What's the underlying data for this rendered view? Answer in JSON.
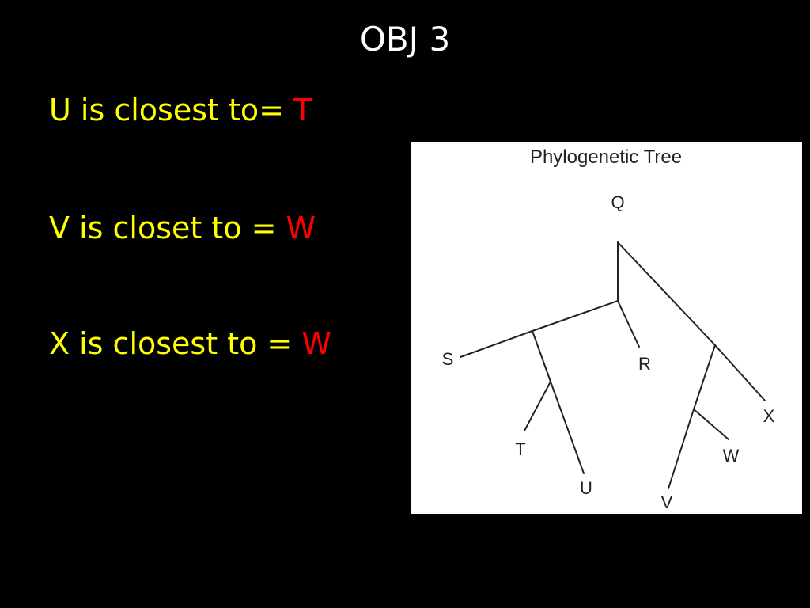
{
  "slide": {
    "title": "OBJ 3",
    "colors": {
      "background": "#000000",
      "title": "#ffffff",
      "question": "#ffff00",
      "answer": "#ff0000"
    },
    "qa": [
      {
        "question": "U is closest to= ",
        "answer": "T"
      },
      {
        "question": "V is closet to = ",
        "answer": "W"
      },
      {
        "question": "X is closest to = ",
        "answer": "W"
      }
    ]
  },
  "diagram": {
    "title": "Phylogenetic Tree",
    "nodes": [
      "Q",
      "R",
      "S",
      "T",
      "U",
      "V",
      "W",
      "X"
    ]
  }
}
